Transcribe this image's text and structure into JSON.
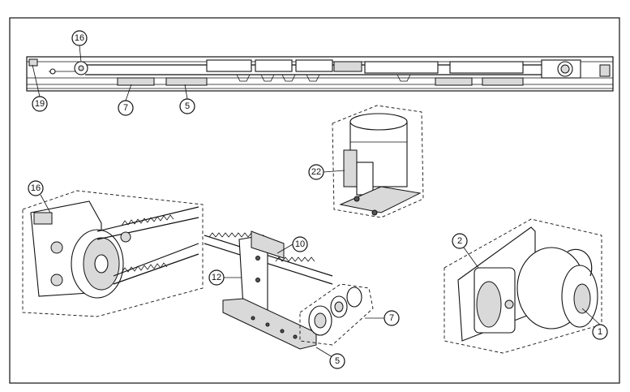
{
  "callouts": [
    {
      "id": "c16a",
      "label": "16"
    },
    {
      "id": "c19",
      "label": "19"
    },
    {
      "id": "c7a",
      "label": "7"
    },
    {
      "id": "c5a",
      "label": "5"
    },
    {
      "id": "c22",
      "label": "22"
    },
    {
      "id": "c16b",
      "label": "16"
    },
    {
      "id": "c10",
      "label": "10"
    },
    {
      "id": "c12",
      "label": "12"
    },
    {
      "id": "c7b",
      "label": "7"
    },
    {
      "id": "c5b",
      "label": "5"
    },
    {
      "id": "c2",
      "label": "2"
    },
    {
      "id": "c1",
      "label": "1"
    }
  ]
}
